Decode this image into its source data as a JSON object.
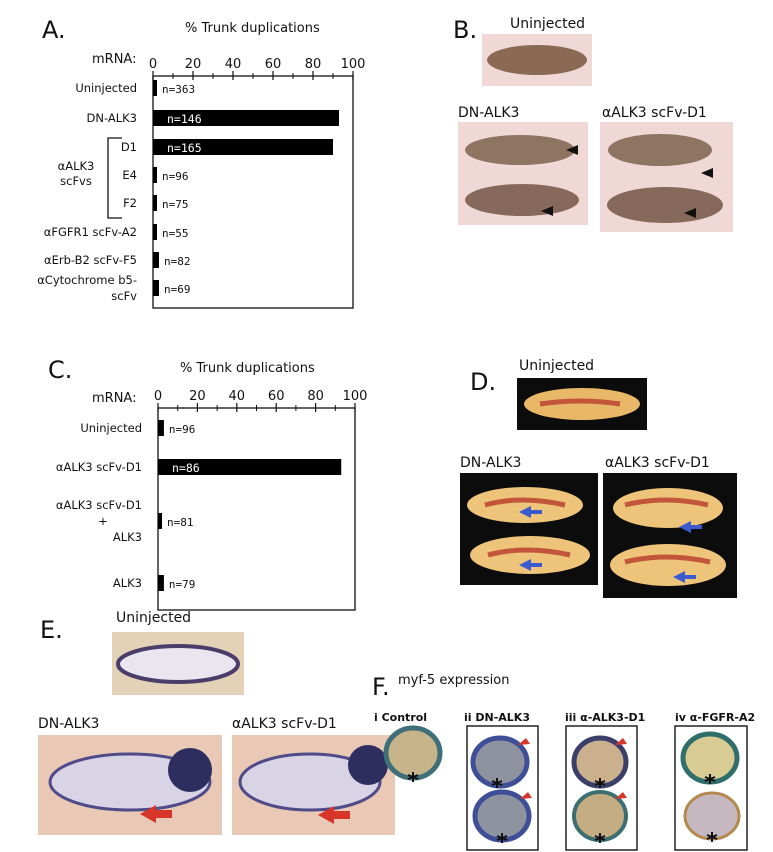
{
  "panels": {
    "a": "A.",
    "b": "B.",
    "c": "C.",
    "d": "D.",
    "e": "E.",
    "f": "F."
  },
  "photo_labels": {
    "b_uninjected": "Uninjected",
    "b_dn": "DN-ALK3",
    "b_scfv": "αALK3 scFv-D1",
    "d_uninjected": "Uninjected",
    "d_dn": "DN-ALK3",
    "d_scfv": "αALK3 scFv-D1",
    "e_uninjected": "Uninjected",
    "e_dn": "DN-ALK3",
    "e_scfv": "αALK3 scFv-D1",
    "f_title": "myf-5 expression",
    "f_i": "i Control",
    "f_ii": "ii DN-ALK3",
    "f_iii": "iii α-ALK3-D1",
    "f_iv": "iv α-FGFR-A2"
  },
  "colors": {
    "bar": "#000000",
    "arrow_red": "#d8352a",
    "arrow_blue": "#3a5bd0"
  },
  "chart_data": [
    {
      "type": "bar",
      "orientation": "horizontal",
      "title": "% Trunk duplications",
      "ylabel": "mRNA:",
      "xlim": [
        0,
        100
      ],
      "ticks": [
        "0",
        "20",
        "40",
        "60",
        "80",
        "100"
      ],
      "group_label": "αALK3 scFvs",
      "categories": [
        "Uninjected",
        "DN-ALK3",
        "D1",
        "E4",
        "F2",
        "αFGFR1 scFv-A2",
        "αErb-B2 scFv-F5",
        "αCytochrome b5-scFv"
      ],
      "values": [
        2,
        93,
        90,
        2,
        2,
        2,
        3,
        3
      ],
      "n_labels": [
        "n=363",
        "n=146",
        "n=165",
        "n=96",
        "n=75",
        "n=55",
        "n=82",
        "n=69"
      ]
    },
    {
      "type": "bar",
      "orientation": "horizontal",
      "title": "% Trunk duplications",
      "ylabel": "mRNA:",
      "xlim": [
        0,
        100
      ],
      "ticks": [
        "0",
        "20",
        "40",
        "60",
        "80",
        "100"
      ],
      "categories": [
        "Uninjected",
        "αALK3 scFv-D1",
        "αALK3 scFv-D1 + ALK3",
        "ALK3"
      ],
      "values": [
        3,
        93,
        2,
        3
      ],
      "n_labels": [
        "n=96",
        "n=86",
        "n=81",
        "n=79"
      ]
    }
  ]
}
